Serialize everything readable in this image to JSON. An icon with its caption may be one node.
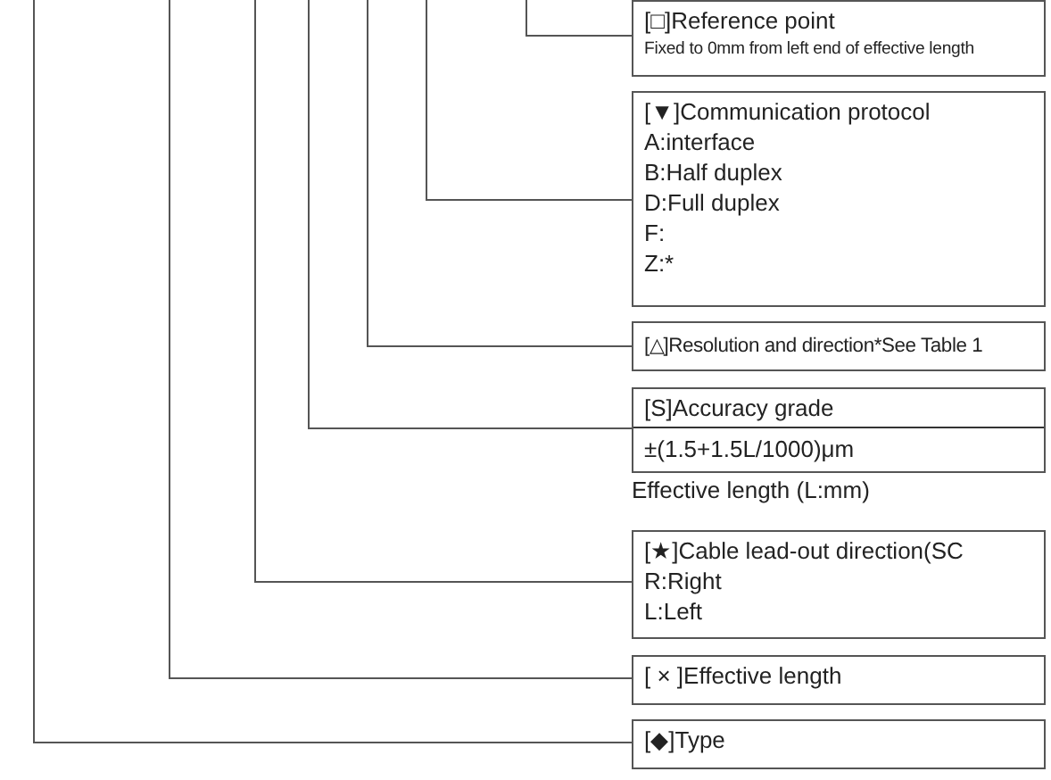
{
  "diagram": {
    "nodes": [
      {
        "text": [
          "[□]Reference point",
          "Fixed to 0mm from left end of effective length"
        ]
      },
      {
        "text": [
          "[▼]Communication protocol",
          "A:interface",
          "B:Half duplex",
          "D:Full duplex",
          "F:",
          "Z:*"
        ]
      },
      {
        "text": [
          "[△]Resolution and direction*See Table 1"
        ]
      },
      {
        "text": [
          "[S]Accuracy grade",
          "±(1.5+1.5L/1000)μm"
        ],
        "beside": [
          "Effective length (L:mm)"
        ]
      },
      {
        "text": [
          "[★]Cable lead-out direction(SC",
          "R:Right",
          "L:Left"
        ]
      },
      {
        "text": [
          "[ × ]Effective length"
        ]
      },
      {
        "text": [
          "[◆]Type"
        ]
      }
    ],
    "edges": [
      {
        "from": null,
        "to": 0,
        "arrow": "none"
      },
      {
        "from": null,
        "to": 1,
        "arrow": "none"
      },
      {
        "from": null,
        "to": 2,
        "arrow": "none"
      },
      {
        "from": null,
        "to": 3,
        "arrow": "none"
      },
      {
        "from": null,
        "to": 4,
        "arrow": "none"
      },
      {
        "from": null,
        "to": 5,
        "arrow": "none"
      },
      {
        "from": null,
        "to": 6,
        "arrow": "none"
      }
    ]
  }
}
